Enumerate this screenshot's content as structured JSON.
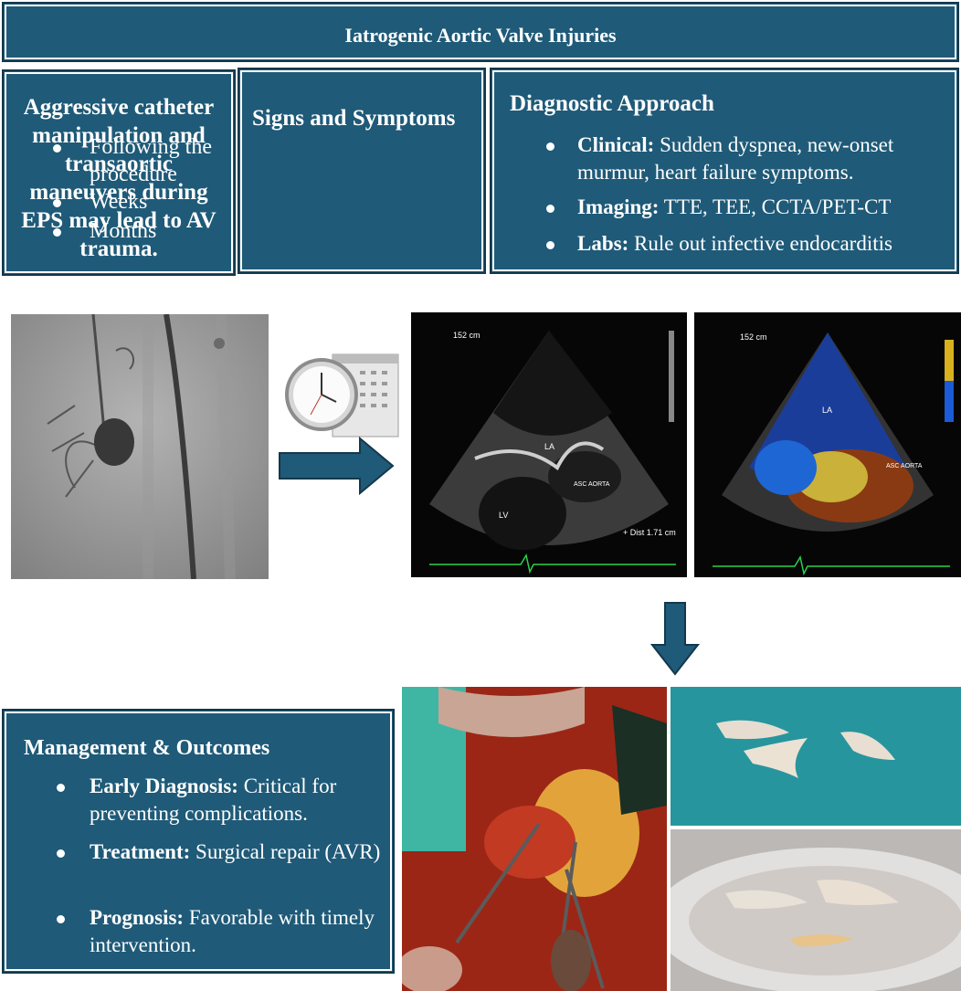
{
  "title": "Iatrogenic Aortic Valve Injuries",
  "cause": "Aggressive catheter manipulation and transaortic maneuvers during EPS may lead to AV trauma.",
  "signs": {
    "title": "Signs and Symptoms",
    "items": [
      "Following the procedure",
      "Weeks",
      "Months"
    ]
  },
  "diagnostic": {
    "title": "Diagnostic Approach",
    "items": [
      {
        "lead": "Clinical:",
        "text": " Sudden dyspnea, new-onset murmur,  heart failure symptoms."
      },
      {
        "lead": "Imaging:",
        "text": " TTE, TEE, CCTA/PET-CT"
      },
      {
        "lead": "Labs:",
        "text": " Rule out infective endocarditis"
      }
    ]
  },
  "management": {
    "title": "Management & Outcomes",
    "items": [
      {
        "lead": "Early Diagnosis:",
        "text": " Critical for preventing complications."
      },
      {
        "lead": "Treatment:",
        "text": " Surgical repair (AVR)"
      },
      {
        "lead": "Prognosis:",
        "text": " Favorable with timely intervention."
      }
    ]
  },
  "echo_labels": {
    "la": "LA",
    "lv": "LV",
    "asc_aorta": "ASC AORTA",
    "angle": "152 cm",
    "dist": "+ Dist  1.71 cm"
  },
  "colors": {
    "box_fill": "#1f5a78",
    "box_border": "#13384c",
    "arrow": "#1f5a78"
  },
  "icons": [
    "right-arrow-icon",
    "down-arrow-icon",
    "clock-icon",
    "calendar-icon"
  ]
}
